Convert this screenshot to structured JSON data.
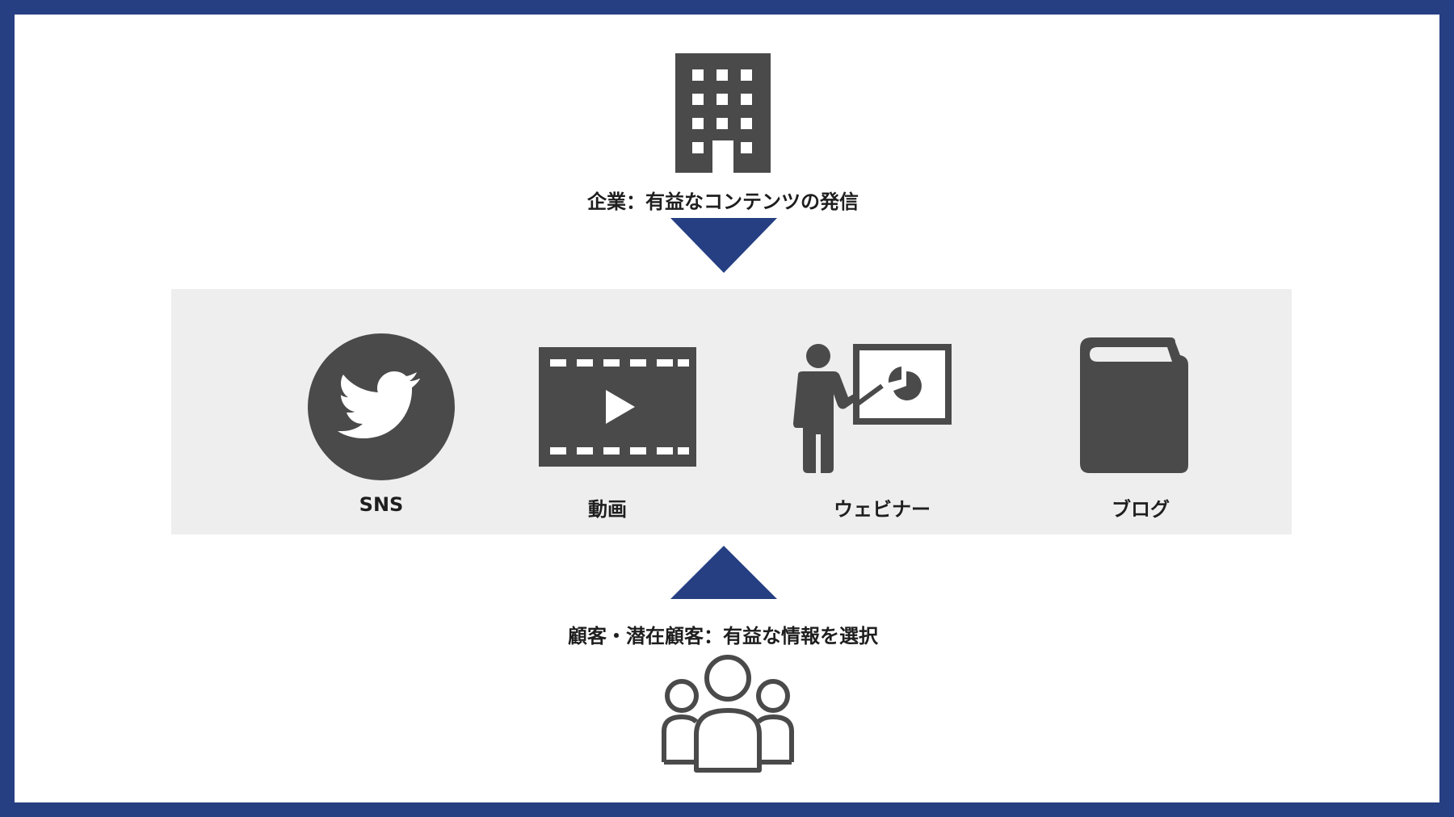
{
  "colors": {
    "border": "#253f82",
    "arrow": "#253f82",
    "icon": "#4a4a4a",
    "panel": "#eeeeee"
  },
  "top": {
    "icon": "building-icon",
    "caption": "企業：有益なコンテンツの発信"
  },
  "channels": [
    {
      "icon": "twitter-icon",
      "label": "SNS"
    },
    {
      "icon": "video-film-icon",
      "label": "動画"
    },
    {
      "icon": "presentation-icon",
      "label": "ウェビナー"
    },
    {
      "icon": "book-icon",
      "label": "ブログ"
    }
  ],
  "bottom": {
    "caption": "顧客・潜在顧客：有益な情報を選択",
    "icon": "people-group-icon"
  }
}
